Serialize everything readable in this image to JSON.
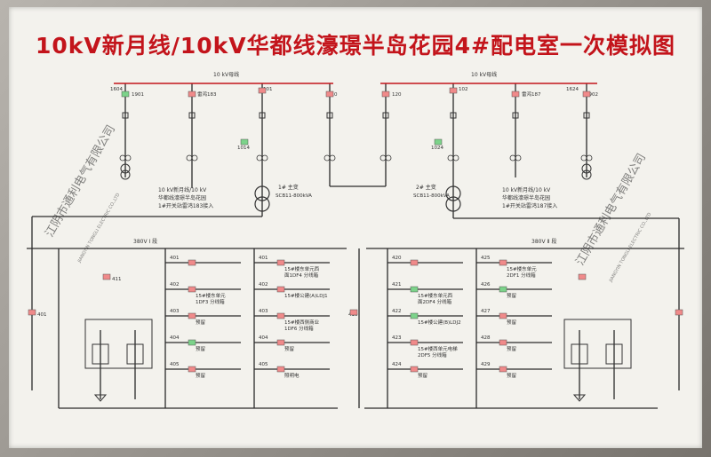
{
  "title": "10kV新月线/10kV华都线濠璟半岛花园4#配电室一次模拟图",
  "hv_bus_left": "10 kV母线",
  "hv_bus_right": "10 kV母线",
  "lv_bus_left": "380V Ⅰ 段",
  "lv_bus_right": "380V Ⅱ 段",
  "transformer_left": {
    "name": "1# 主变",
    "model": "SCB11-800kVA"
  },
  "transformer_right": {
    "name": "2# 主变",
    "model": "SCB11-800kVA"
  },
  "note_left": [
    "10 kV新月线/10 kV",
    "华都线濠璟半岛花园",
    "1#开关站雷鸿183接入"
  ],
  "note_right": [
    "10 kV新月线/10 kV",
    "华都线濠璟半岛花园",
    "1#开关站雷鸿187接入"
  ],
  "hv_labels_left": [
    "1604",
    "1901",
    "雷鸿183",
    "101",
    "1014",
    "110"
  ],
  "hv_labels_right": [
    "120",
    "102",
    "1024",
    "雷鸿187",
    "1624",
    "1902"
  ],
  "watermark": "江阴市通利电气有限公司",
  "watermark_en": "JIANGYIN TONGLI ELECTRIC CO.,LTD",
  "feeders_left_col1": [
    {
      "num": "401",
      "desc": ""
    },
    {
      "num": "402",
      "desc": "15#楼东单元\n1DF3   分线箱"
    },
    {
      "num": "403",
      "desc": "预留"
    },
    {
      "num": "404",
      "desc": "预留"
    },
    {
      "num": "405",
      "desc": "预留"
    }
  ],
  "feeders_left_col2": [
    {
      "num": "401",
      "desc": "15#楼东单元西\n面1DF4  分线箱"
    },
    {
      "num": "402",
      "desc": "15#楼公建(A)LDJ1"
    },
    {
      "num": "403",
      "desc": "15#楼西侧商业\n1DF6  分线箱"
    },
    {
      "num": "404",
      "desc": "预留"
    },
    {
      "num": "405",
      "desc": "照明电"
    }
  ],
  "feeders_right_col1": [
    {
      "num": "420",
      "desc": ""
    },
    {
      "num": "421",
      "desc": "15#楼东单元西\n面2DF4  分线箱"
    },
    {
      "num": "422",
      "desc": "15#楼公建(B)LDJ2"
    },
    {
      "num": "423",
      "desc": "15#楼西单元电梯\n2DF5  分线箱"
    },
    {
      "num": "424",
      "desc": "预留"
    }
  ],
  "feeders_right_col2": [
    {
      "num": "425",
      "desc": "15#楼东单元\n2DF1  分线箱"
    },
    {
      "num": "426",
      "desc": "预留"
    },
    {
      "num": "427",
      "desc": "预留"
    },
    {
      "num": "428",
      "desc": "预留"
    },
    {
      "num": "429",
      "desc": "预留"
    }
  ],
  "left_incomer": "401",
  "left_tie": "410",
  "right_incomer": "411"
}
